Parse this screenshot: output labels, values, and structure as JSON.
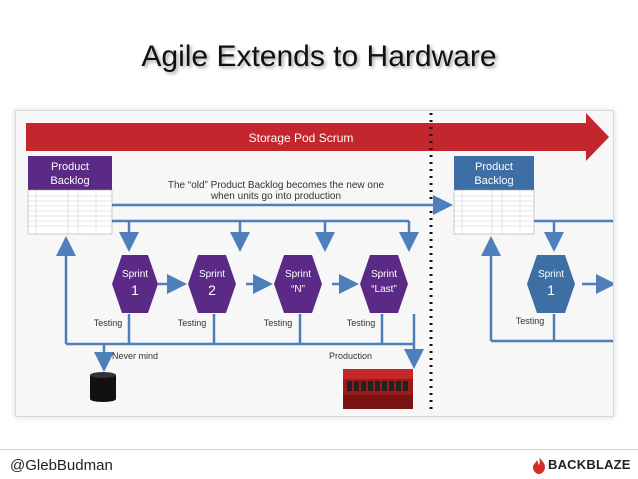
{
  "slide": {
    "title": "Agile Extends to Hardware"
  },
  "diagram": {
    "banner": "Storage Pod Scrum",
    "backlog_left": {
      "line1": "Product",
      "line2": "Backlog"
    },
    "backlog_right": {
      "line1": "Product",
      "line2": "Backlog"
    },
    "note_line1": "The “old” Product Backlog becomes the new one",
    "note_line2": "when units go into production",
    "sprints": [
      {
        "label": "Sprint",
        "value": "1"
      },
      {
        "label": "Sprint",
        "value": "2"
      },
      {
        "label": "Sprint",
        "value": "“N”"
      },
      {
        "label": "Sprint",
        "value": "“Last”"
      }
    ],
    "sprint_right": {
      "label": "Sprint",
      "value": "1"
    },
    "testing_label": "Testing",
    "never_mind": "Never mind",
    "production": "Production"
  },
  "footer": {
    "handle": "@GlebBudman",
    "brand": "BACKBLAZE"
  },
  "colors": {
    "banner_red": "#c4262e",
    "purple": "#5a2a86",
    "blue_arrow": "#4f7fba",
    "blue_box": "#3d6fa5"
  }
}
